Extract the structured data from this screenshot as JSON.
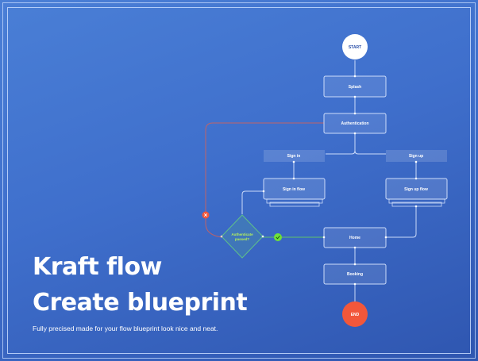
{
  "hero": {
    "title_line1": "Kraft flow",
    "title_line2": "Create blueprint",
    "subtitle": "Fully precised made for your flow blueprint look nice and neat."
  },
  "flowchart": {
    "nodes": {
      "start": "START",
      "splash": "Splash",
      "authentication": "Authentication",
      "sign_in": "Sign in",
      "sign_up": "Sign up",
      "sign_in_flow": "Sign in flow",
      "sign_up_flow": "Sign up flow",
      "decision": [
        "Authenticate",
        "passed?"
      ],
      "home": "Home",
      "booking": "Booking",
      "end": "END"
    },
    "icons": {
      "fail": "close-icon",
      "pass": "check-icon"
    }
  },
  "colors": {
    "background_top": "#4a7fd6",
    "background_bottom": "#2f56b0",
    "start_fill": "#ffffff",
    "end_fill": "#f2573a",
    "fail_path": "#e0604f",
    "success_path": "#5ec26a",
    "success_badge": "#6fe03a",
    "decision_stroke": "#5ec08a",
    "decision_text": "#b6f05a"
  }
}
